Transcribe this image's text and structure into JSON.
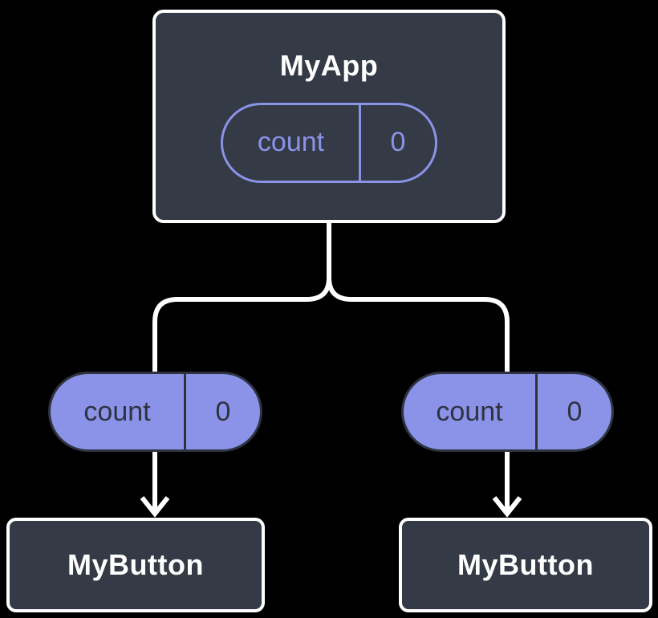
{
  "diagram": {
    "parent": {
      "title": "MyApp",
      "state_pill": {
        "label": "count",
        "value": "0"
      }
    },
    "children": [
      {
        "prop_pill": {
          "label": "count",
          "value": "0"
        },
        "title": "MyButton"
      },
      {
        "prop_pill": {
          "label": "count",
          "value": "0"
        },
        "title": "MyButton"
      }
    ]
  },
  "colors": {
    "background": "#000000",
    "component_fill": "#343a46",
    "component_border": "#ffffff",
    "pill_purple": "#8b93e8",
    "pill_dark_text": "#2d3340",
    "connector": "#ffffff"
  }
}
